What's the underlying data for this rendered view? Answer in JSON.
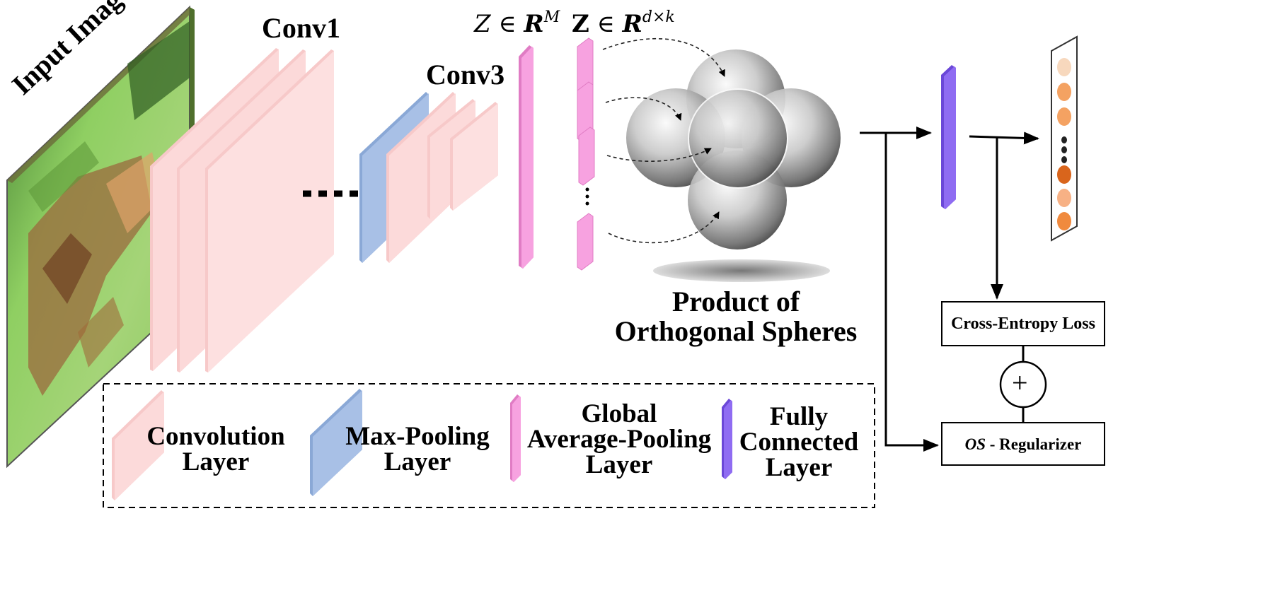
{
  "labels": {
    "input_image": "Input Image",
    "conv1": "Conv1",
    "conv3": "Conv3",
    "z_m_var": "Z",
    "z_m_in": "∈",
    "z_m_space": "R",
    "z_m_sup": "M",
    "z_dk_var": "Z",
    "z_dk_in": "∈",
    "z_dk_space": "R",
    "z_dk_sup": "d×k",
    "product_line1": "Product of",
    "product_line2": "Orthogonal Spheres",
    "cross_entropy": "Cross-Entropy Loss",
    "os_reg_os": "OS",
    "os_reg_rest": " - Regularizer",
    "plus": "+"
  },
  "legend": {
    "conv_line1": "Convolution",
    "conv_line2": "Layer",
    "maxpool_line1": "Max-Pooling",
    "maxpool_line2": "Layer",
    "gap_line1": "Global",
    "gap_line2": "Average-Pooling",
    "gap_line3": "Layer",
    "fc_line1": "Fully",
    "fc_line2": "Connected",
    "fc_line3": "Layer"
  },
  "colors": {
    "conv": "#fcdada",
    "maxpool": "#a8c0e6",
    "gap": "#f7a2e0",
    "fc": "#8f6cf2",
    "output_light": "#f7d8bd",
    "output_mid": "#f4a262",
    "output_dark": "#d9651c"
  }
}
